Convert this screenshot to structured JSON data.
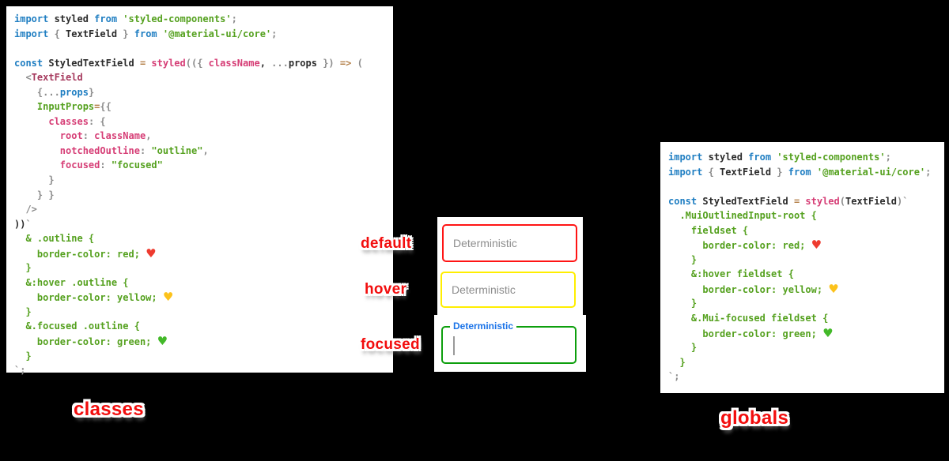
{
  "background_color": "#000000",
  "syntax_colors": {
    "keyword_blue": "#1f7ec2",
    "plain": "#2b2b2b",
    "punctuation_gray": "#8c8c8c",
    "string_css_green": "#55a11f",
    "pink_identifier": "#d63e76",
    "jsx_tag_maroon": "#a63a5e",
    "operator_tan": "#b5824c",
    "heart_red": "#ee3b2f",
    "heart_yellow": "#fcc21b",
    "heart_green": "#43b929"
  },
  "left_code": {
    "lines": [
      [
        {
          "t": "import ",
          "c": "kw"
        },
        {
          "t": "styled ",
          "c": "pl"
        },
        {
          "t": "from ",
          "c": "kw"
        },
        {
          "t": "'styled-components'",
          "c": "st"
        },
        {
          "t": ";",
          "c": "gy"
        }
      ],
      [
        {
          "t": "import ",
          "c": "kw"
        },
        {
          "t": "{ ",
          "c": "gy"
        },
        {
          "t": "TextField",
          "c": "pl"
        },
        {
          "t": " } ",
          "c": "gy"
        },
        {
          "t": "from ",
          "c": "kw"
        },
        {
          "t": "'@material-ui/core'",
          "c": "st"
        },
        {
          "t": ";",
          "c": "gy"
        }
      ],
      [],
      [
        {
          "t": "const ",
          "c": "kw"
        },
        {
          "t": "StyledTextField ",
          "c": "pl"
        },
        {
          "t": "= ",
          "c": "op"
        },
        {
          "t": "styled",
          "c": "pk"
        },
        {
          "t": "((",
          "c": "gy"
        },
        {
          "t": "{ ",
          "c": "gy"
        },
        {
          "t": "className",
          "c": "pk"
        },
        {
          "t": ", ",
          "c": "pl"
        },
        {
          "t": "...",
          "c": "gy"
        },
        {
          "t": "props",
          "c": "pl"
        },
        {
          "t": " })",
          "c": "gy"
        },
        {
          "t": " ",
          "c": "pl"
        },
        {
          "t": "=>",
          "c": "op"
        },
        {
          "t": " (",
          "c": "gy"
        }
      ],
      [
        {
          "t": "  ",
          "c": "pl"
        },
        {
          "t": "<",
          "c": "gy"
        },
        {
          "t": "TextField",
          "c": "tg"
        }
      ],
      [
        {
          "t": "    ",
          "c": "pl"
        },
        {
          "t": "{",
          "c": "gy"
        },
        {
          "t": "...",
          "c": "gy"
        },
        {
          "t": "props",
          "c": "bl"
        },
        {
          "t": "}",
          "c": "gy"
        }
      ],
      [
        {
          "t": "    ",
          "c": "pl"
        },
        {
          "t": "InputProps",
          "c": "st"
        },
        {
          "t": "=",
          "c": "op"
        },
        {
          "t": "{{",
          "c": "gy"
        }
      ],
      [
        {
          "t": "      ",
          "c": "pl"
        },
        {
          "t": "classes",
          "c": "pk"
        },
        {
          "t": ": ",
          "c": "gy"
        },
        {
          "t": "{",
          "c": "gy"
        }
      ],
      [
        {
          "t": "        ",
          "c": "pl"
        },
        {
          "t": "root",
          "c": "pk"
        },
        {
          "t": ": ",
          "c": "gy"
        },
        {
          "t": "className",
          "c": "pk"
        },
        {
          "t": ",",
          "c": "gy"
        }
      ],
      [
        {
          "t": "        ",
          "c": "pl"
        },
        {
          "t": "notchedOutline",
          "c": "pk"
        },
        {
          "t": ": ",
          "c": "gy"
        },
        {
          "t": "\"outline\"",
          "c": "st"
        },
        {
          "t": ",",
          "c": "gy"
        }
      ],
      [
        {
          "t": "        ",
          "c": "pl"
        },
        {
          "t": "focused",
          "c": "pk"
        },
        {
          "t": ": ",
          "c": "gy"
        },
        {
          "t": "\"focused\"",
          "c": "st"
        }
      ],
      [
        {
          "t": "      }",
          "c": "gy"
        }
      ],
      [
        {
          "t": "    } }",
          "c": "gy"
        }
      ],
      [
        {
          "t": "  />",
          "c": "gy"
        }
      ],
      [
        {
          "t": "))",
          "c": "pl"
        },
        {
          "t": "`",
          "c": "gy"
        }
      ],
      [
        {
          "t": "  & .outline {",
          "c": "st"
        }
      ],
      [
        {
          "t": "    border-color: red; ",
          "c": "st"
        },
        {
          "t": "♥",
          "c": "hr",
          "n": "red-heart-icon"
        }
      ],
      [
        {
          "t": "  }",
          "c": "st"
        }
      ],
      [
        {
          "t": "  &:hover .outline {",
          "c": "st"
        }
      ],
      [
        {
          "t": "    border-color: yellow; ",
          "c": "st"
        },
        {
          "t": "♥",
          "c": "hy",
          "n": "yellow-heart-icon"
        }
      ],
      [
        {
          "t": "  }",
          "c": "st"
        }
      ],
      [
        {
          "t": "  &.focused .outline {",
          "c": "st"
        }
      ],
      [
        {
          "t": "    border-color: green; ",
          "c": "st"
        },
        {
          "t": "♥",
          "c": "hg",
          "n": "green-heart-icon"
        }
      ],
      [
        {
          "t": "  }",
          "c": "st"
        }
      ],
      [
        {
          "t": "`;",
          "c": "gy"
        }
      ]
    ]
  },
  "right_code": {
    "lines": [
      [
        {
          "t": "import ",
          "c": "kw"
        },
        {
          "t": "styled ",
          "c": "pl"
        },
        {
          "t": "from ",
          "c": "kw"
        },
        {
          "t": "'styled-components'",
          "c": "st"
        },
        {
          "t": ";",
          "c": "gy"
        }
      ],
      [
        {
          "t": "import ",
          "c": "kw"
        },
        {
          "t": "{ ",
          "c": "gy"
        },
        {
          "t": "TextField",
          "c": "pl"
        },
        {
          "t": " } ",
          "c": "gy"
        },
        {
          "t": "from ",
          "c": "kw"
        },
        {
          "t": "'@material-ui/core'",
          "c": "st"
        },
        {
          "t": ";",
          "c": "gy"
        }
      ],
      [],
      [
        {
          "t": "const ",
          "c": "kw"
        },
        {
          "t": "StyledTextField ",
          "c": "pl"
        },
        {
          "t": "= ",
          "c": "op"
        },
        {
          "t": "styled",
          "c": "pk"
        },
        {
          "t": "(",
          "c": "gy"
        },
        {
          "t": "TextField",
          "c": "pl"
        },
        {
          "t": ")",
          "c": "gy"
        },
        {
          "t": "`",
          "c": "gy"
        }
      ],
      [
        {
          "t": "  .MuiOutlinedInput-root {",
          "c": "st"
        }
      ],
      [
        {
          "t": "    fieldset {",
          "c": "st"
        }
      ],
      [
        {
          "t": "      border-color: red; ",
          "c": "st"
        },
        {
          "t": "♥",
          "c": "hr",
          "n": "red-heart-icon"
        }
      ],
      [
        {
          "t": "    }",
          "c": "st"
        }
      ],
      [
        {
          "t": "    &:hover fieldset {",
          "c": "st"
        }
      ],
      [
        {
          "t": "      border-color: yellow; ",
          "c": "st"
        },
        {
          "t": "♥",
          "c": "hy",
          "n": "yellow-heart-icon"
        }
      ],
      [
        {
          "t": "    }",
          "c": "st"
        }
      ],
      [
        {
          "t": "    &.Mui-focused fieldset {",
          "c": "st"
        }
      ],
      [
        {
          "t": "      border-color: green; ",
          "c": "st"
        },
        {
          "t": "♥",
          "c": "hg",
          "n": "green-heart-icon"
        }
      ],
      [
        {
          "t": "    }",
          "c": "st"
        }
      ],
      [
        {
          "t": "  }",
          "c": "st"
        }
      ],
      [
        {
          "t": "`;",
          "c": "gy"
        }
      ]
    ]
  },
  "demo": {
    "placeholder": "Deterministic",
    "focused_label": "Deterministic",
    "border_colors": {
      "default": "#ff1414",
      "hover": "#ffee00",
      "focused": "#0d9f0d"
    },
    "focused_label_color": "#1a73e8",
    "placeholder_color": "#8d8d8d"
  },
  "annotations": {
    "default": "default",
    "hover": "hover",
    "focused": "focused",
    "classes": "classes",
    "globals": "globals",
    "sticker_color": "#f20d0d"
  }
}
